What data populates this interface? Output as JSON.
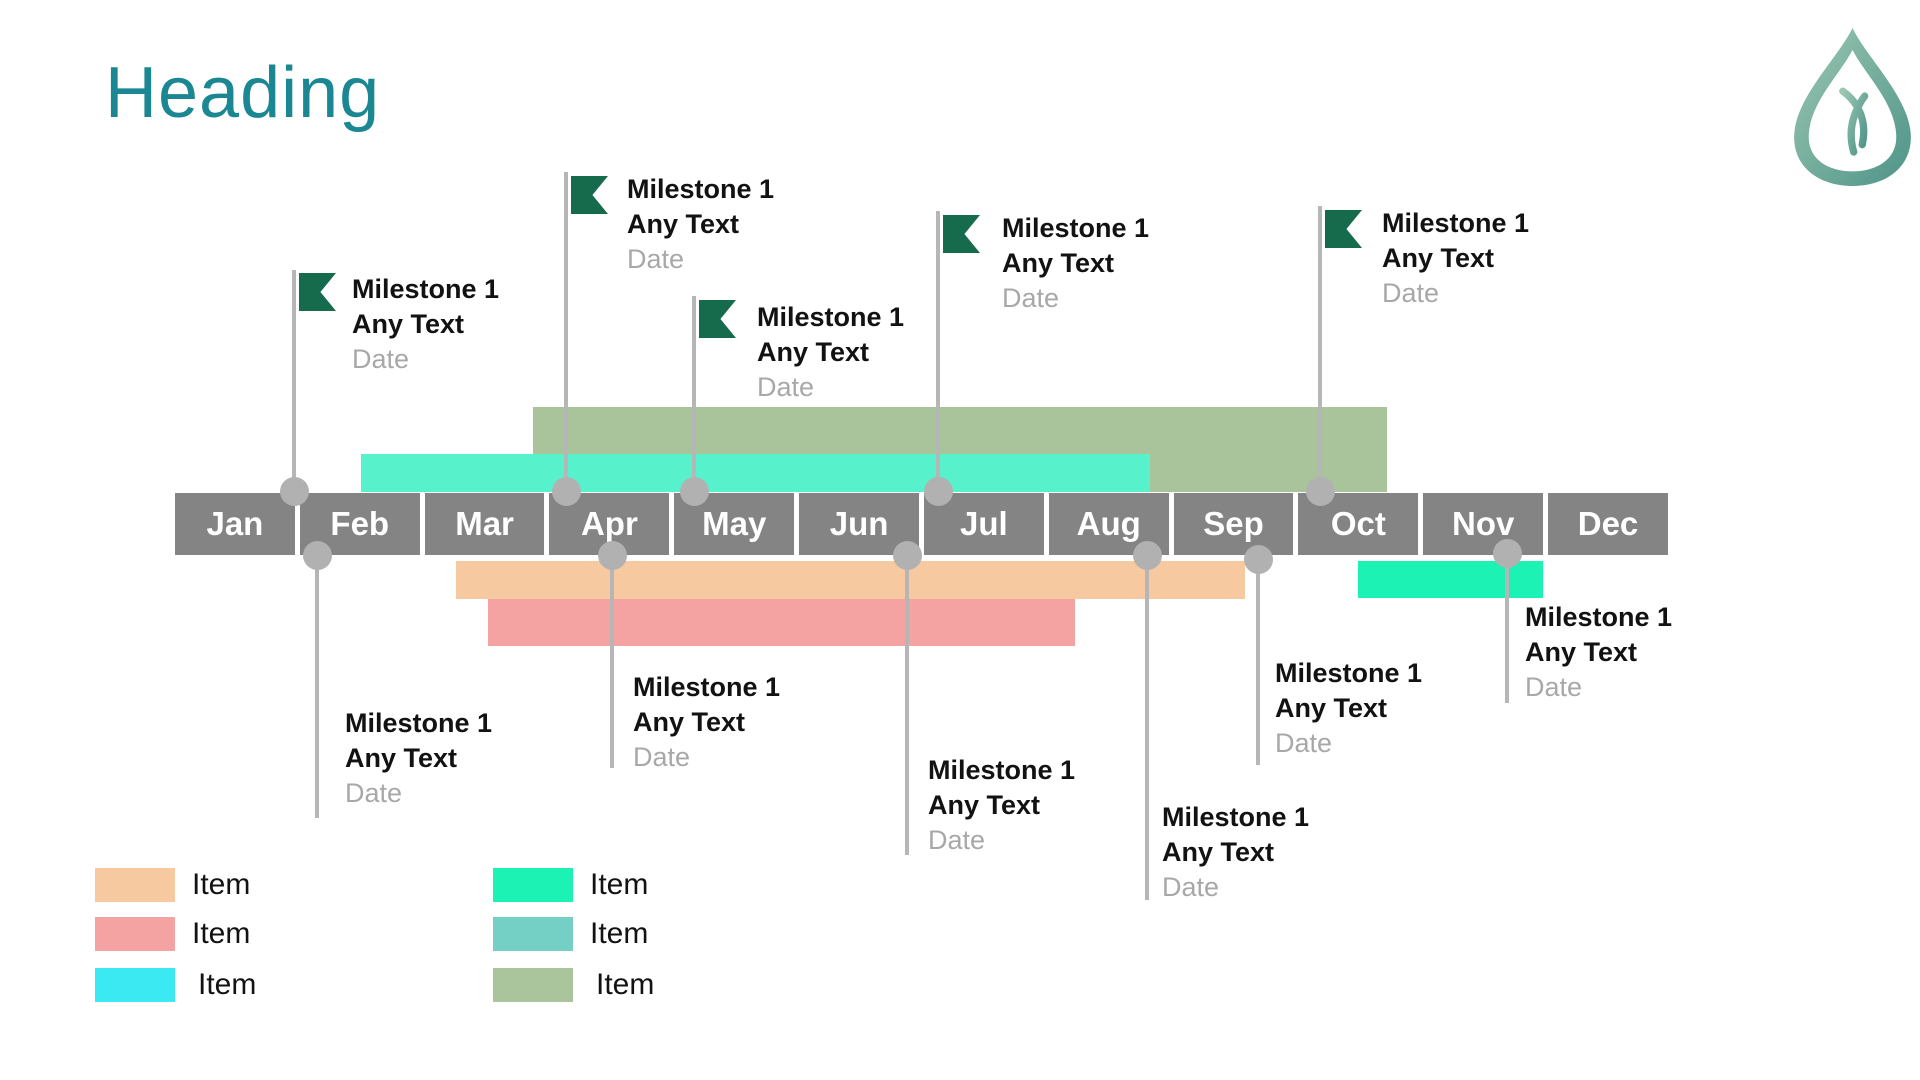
{
  "heading": {
    "title": "Heading"
  },
  "timeline": {
    "months": [
      "Jan",
      "Feb",
      "Mar",
      "Apr",
      "May",
      "Jun",
      "Jul",
      "Aug",
      "Sep",
      "Oct",
      "Nov",
      "Dec"
    ]
  },
  "milestones_above": [
    {
      "title": "Milestone 1",
      "label": "Any Text",
      "date": "Date",
      "position": "early Feb"
    },
    {
      "title": "Milestone 1",
      "label": "Any Text",
      "date": "Date",
      "position": "early Apr"
    },
    {
      "title": "Milestone 1",
      "label": "Any Text",
      "date": "Date",
      "position": "early May"
    },
    {
      "title": "Milestone 1",
      "label": "Any Text",
      "date": "Date",
      "position": "early Jul"
    },
    {
      "title": "Milestone 1",
      "label": "Any Text",
      "date": "Date",
      "position": "early Oct"
    }
  ],
  "milestones_below": [
    {
      "title": "Milestone 1",
      "label": "Any Text",
      "date": "Date",
      "position": "mid Feb"
    },
    {
      "title": "Milestone 1",
      "label": "Any Text",
      "date": "Date",
      "position": "mid Apr"
    },
    {
      "title": "Milestone 1",
      "label": "Any Text",
      "date": "Date",
      "position": "late Jun"
    },
    {
      "title": "Milestone 1",
      "label": "Any Text",
      "date": "Date",
      "position": "late Aug"
    },
    {
      "title": "Milestone 1",
      "label": "Any Text",
      "date": "Date",
      "position": "late Sep"
    },
    {
      "title": "Milestone 1",
      "label": "Any Text",
      "date": "Date",
      "position": "late Nov"
    }
  ],
  "bars": [
    {
      "name": "sage-bar",
      "color": "#A9C49B",
      "row": "above",
      "starts": "late Mar",
      "ends": "mid Oct"
    },
    {
      "name": "mint-bar-above",
      "color": "#57F2CC",
      "row": "above",
      "starts": "mid Feb",
      "ends": "late Aug"
    },
    {
      "name": "orange-bar",
      "color": "#F7C9A0",
      "row": "below",
      "starts": "early Mar",
      "ends": "mid Sep"
    },
    {
      "name": "pink-bar",
      "color": "#F5A2A2",
      "row": "below",
      "starts": "mid Mar",
      "ends": "early Aug"
    },
    {
      "name": "mint-bar-below",
      "color": "#1BF2B4",
      "row": "below",
      "starts": "mid Oct",
      "ends": "end Nov"
    }
  ],
  "legend": {
    "columns": [
      {
        "items": [
          {
            "label": "Item",
            "color": "#F7C9A0"
          },
          {
            "label": "Item",
            "color": "#F5A2A2"
          },
          {
            "label": "Item",
            "color": "#3BE9F2"
          }
        ]
      },
      {
        "items": [
          {
            "label": "Item",
            "color": "#1BF2B4"
          },
          {
            "label": "Item",
            "color": "#74CFC5"
          },
          {
            "label": "Item",
            "color": "#AAC49C"
          }
        ]
      }
    ]
  },
  "colors": {
    "heading": "#1A8792",
    "timeline_gray": "#848484",
    "month_text": "#FFFFFF",
    "flag_green": "#176B4D",
    "milestone_text": "#121212",
    "date_text": "#A8A8A8",
    "line_gray": "#B6B6B6",
    "dot_gray": "#B1B1B1",
    "logo_green_light": "#9CC7B2",
    "logo_green_dark": "#4E9488"
  }
}
